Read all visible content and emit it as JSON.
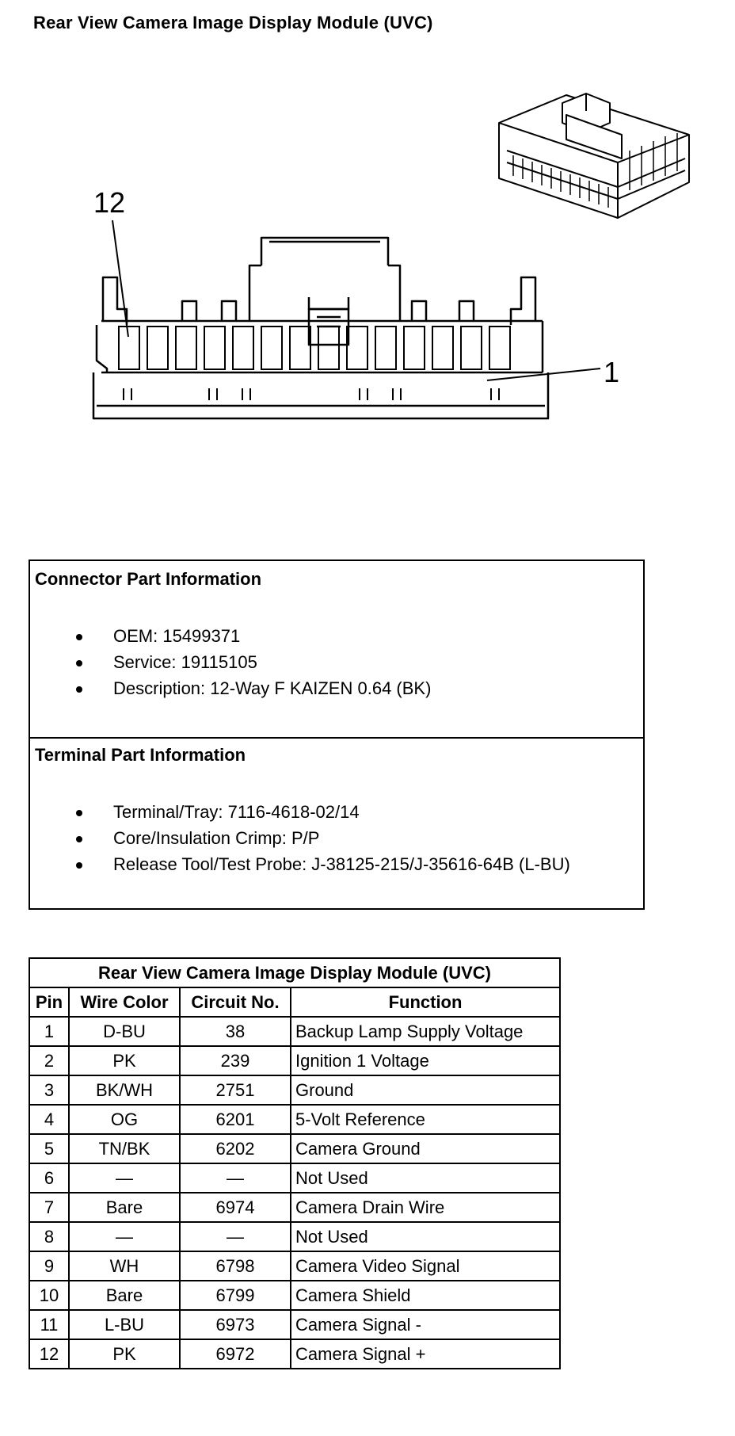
{
  "page": {
    "title": "Rear View Camera Image Display Module (UVC)"
  },
  "connector_view": {
    "label_left": "12",
    "label_right": "1"
  },
  "connector_info": {
    "heading": "Connector Part Information",
    "items": [
      "OEM: 15499371",
      "Service: 19115105",
      "Description: 12-Way F KAIZEN 0.64 (BK)"
    ]
  },
  "terminal_info": {
    "heading": "Terminal Part Information",
    "items": [
      "Terminal/Tray: 7116-4618-02/14",
      "Core/Insulation Crimp: P/P",
      "Release Tool/Test Probe: J-38125-215/J-35616-64B (L-BU)"
    ]
  },
  "pin_table": {
    "caption": "Rear View Camera Image Display Module (UVC)",
    "headers": [
      "Pin",
      "Wire Color",
      "Circuit No.",
      "Function"
    ],
    "rows": [
      [
        "1",
        "D-BU",
        "38",
        "Backup Lamp Supply Voltage"
      ],
      [
        "2",
        "PK",
        "239",
        "Ignition 1 Voltage"
      ],
      [
        "3",
        "BK/WH",
        "2751",
        "Ground"
      ],
      [
        "4",
        "OG",
        "6201",
        "5-Volt Reference"
      ],
      [
        "5",
        "TN/BK",
        "6202",
        "Camera Ground"
      ],
      [
        "6",
        "—",
        "—",
        "Not Used"
      ],
      [
        "7",
        "Bare",
        "6974",
        "Camera Drain Wire"
      ],
      [
        "8",
        "—",
        "—",
        "Not Used"
      ],
      [
        "9",
        "WH",
        "6798",
        "Camera Video Signal"
      ],
      [
        "10",
        "Bare",
        "6799",
        "Camera Shield"
      ],
      [
        "11",
        "L-BU",
        "6973",
        "Camera Signal -"
      ],
      [
        "12",
        "PK",
        "6972",
        "Camera Signal +"
      ]
    ]
  }
}
